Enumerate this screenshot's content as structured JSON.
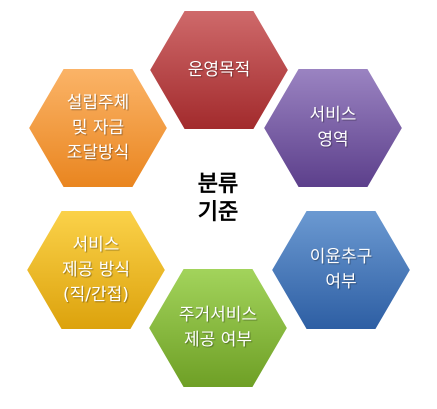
{
  "center": {
    "lines": [
      "분류",
      "기준"
    ]
  },
  "hexagons": [
    {
      "name": "operating-purpose",
      "lines": [
        "운영목적"
      ],
      "colors": [
        "#cf6a6b",
        "#a22a2c"
      ]
    },
    {
      "name": "service-area",
      "lines": [
        "서비스",
        "영역"
      ],
      "colors": [
        "#9b84c2",
        "#5c3f8b"
      ]
    },
    {
      "name": "profit-pursuit",
      "lines": [
        "이윤추구",
        "여부"
      ],
      "colors": [
        "#6c9ad2",
        "#2d5ea3"
      ]
    },
    {
      "name": "housing-service",
      "lines": [
        "주거서비스",
        "제공 여부"
      ],
      "colors": [
        "#a3d45c",
        "#6e9f25"
      ]
    },
    {
      "name": "service-delivery-method",
      "lines": [
        "서비스",
        "제공 방식",
        "(직/간접)"
      ],
      "colors": [
        "#fbd24a",
        "#dca20c"
      ]
    },
    {
      "name": "establishing-entity",
      "lines": [
        "설립주체",
        "및 자금",
        "조달방식"
      ],
      "colors": [
        "#fbb468",
        "#e9851f"
      ]
    }
  ]
}
